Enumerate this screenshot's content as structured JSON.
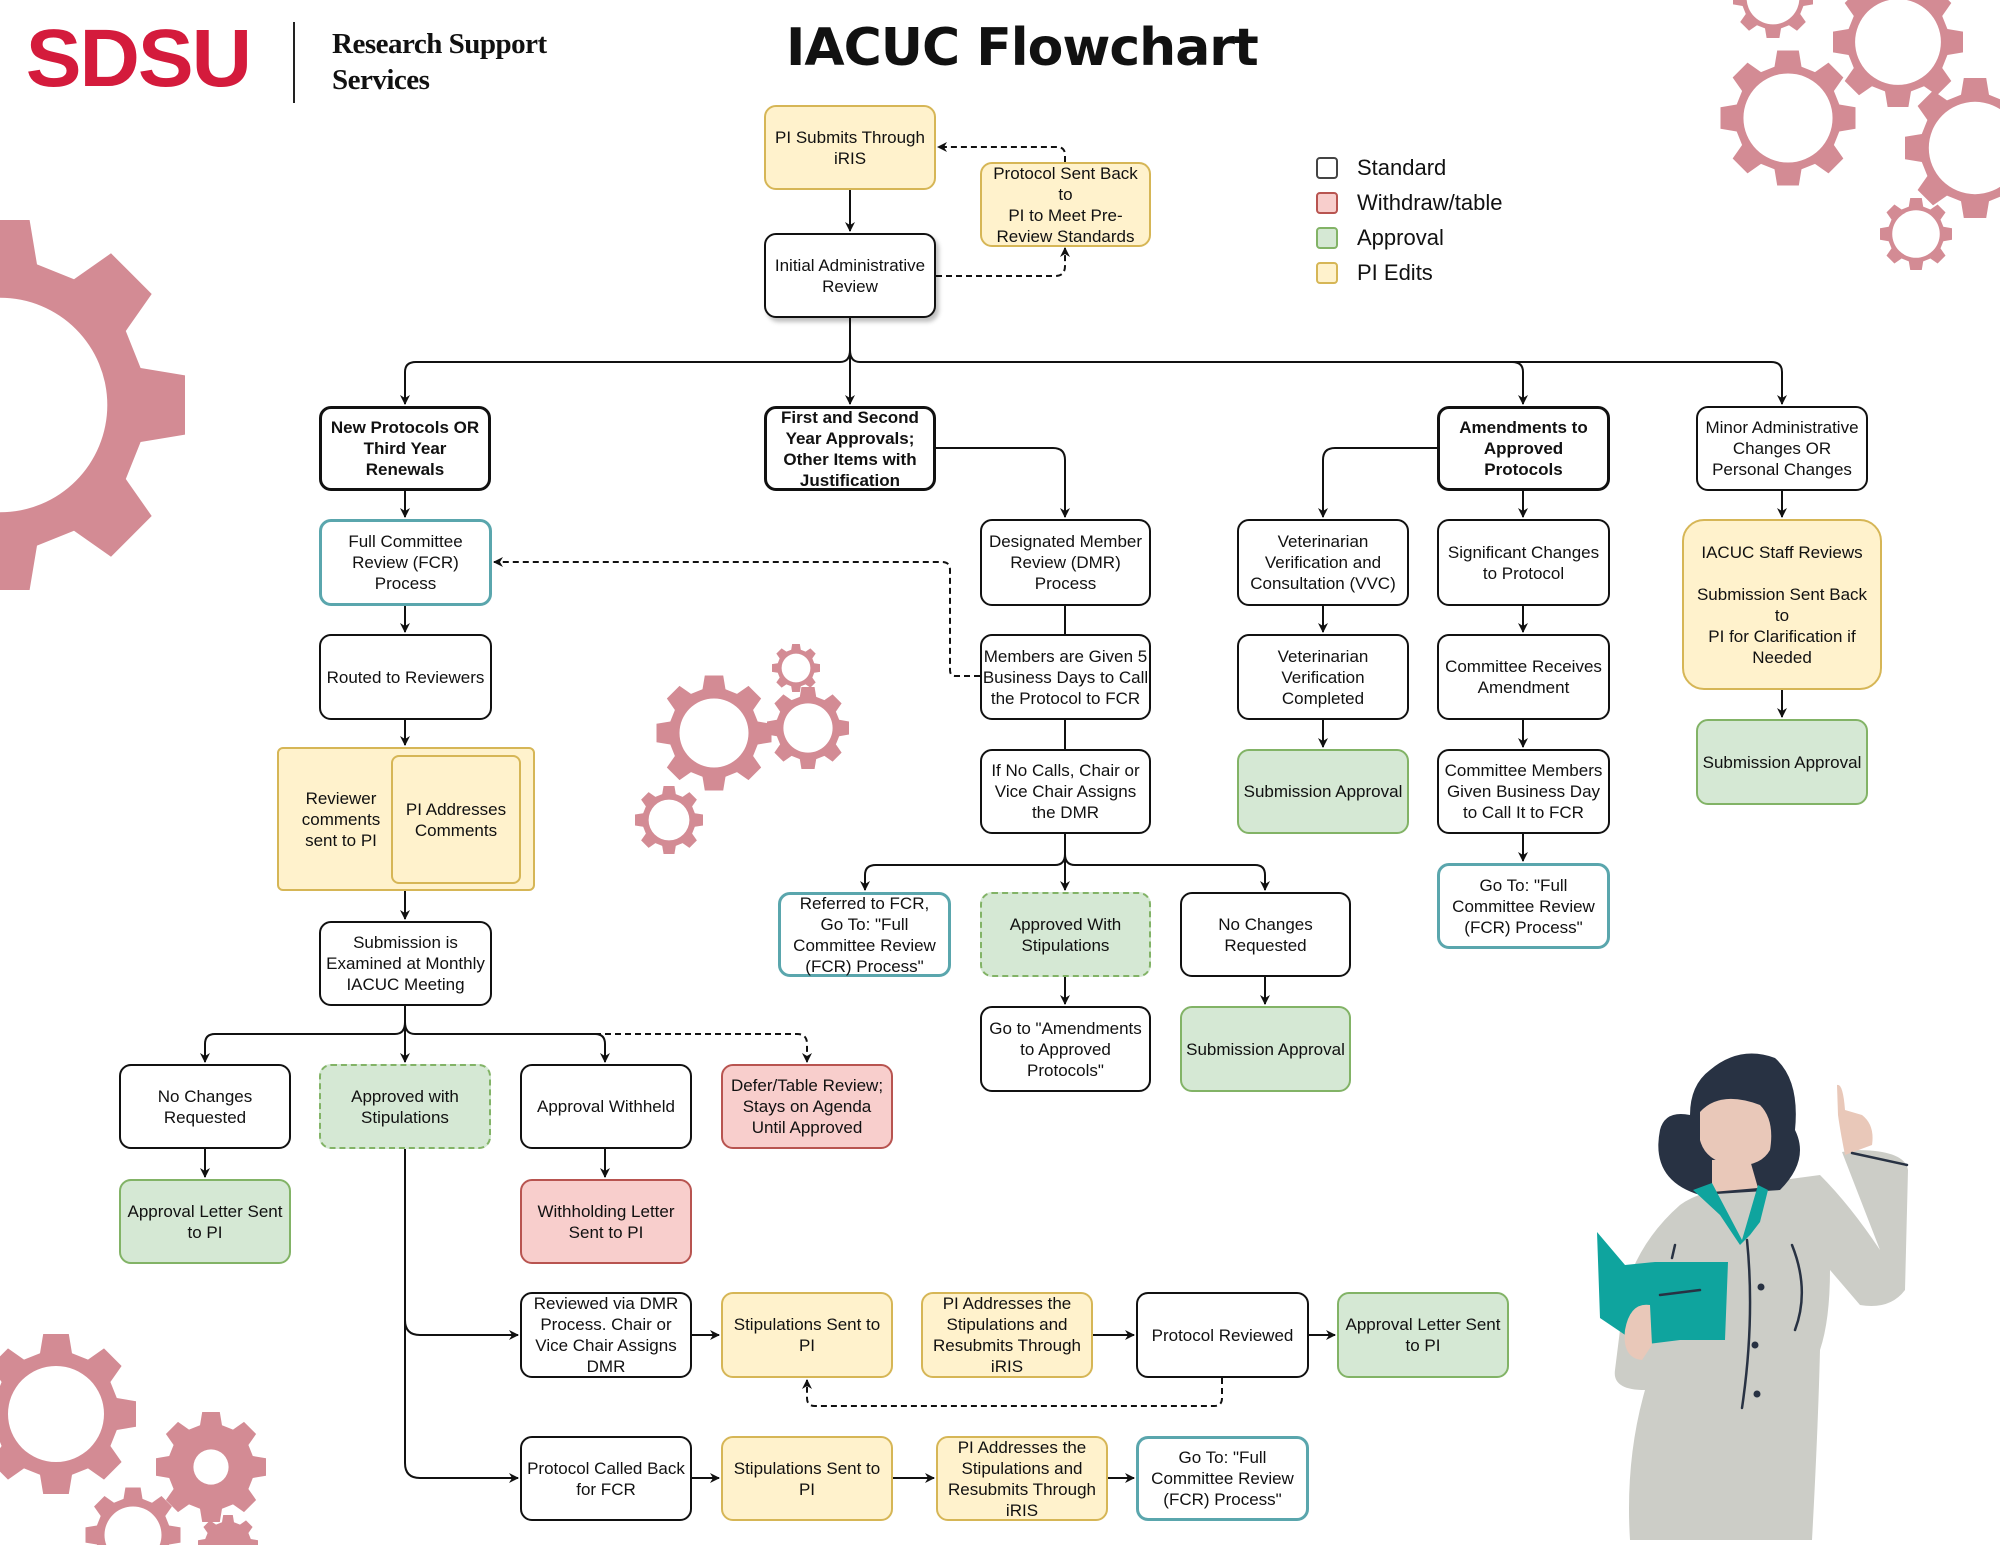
{
  "header": {
    "logo": "SDSU",
    "org_line1": "Research Support",
    "org_line2": "Services",
    "title": "IACUC Flowchart"
  },
  "legend": [
    {
      "label": "Standard",
      "fill": "#ffffff",
      "stroke": "#444444"
    },
    {
      "label": "Withdraw/table",
      "fill": "#f8cecc",
      "stroke": "#b85450"
    },
    {
      "label": "Approval",
      "fill": "#d5e8d4",
      "stroke": "#82b366"
    },
    {
      "label": "PI Edits",
      "fill": "#fff2cc",
      "stroke": "#d6b656"
    }
  ],
  "colors": {
    "accent_red": "#d41b3c",
    "gear": "#d38b94",
    "teal_border": "#5aa6ad",
    "pi_edits_fill": "#fff2cc",
    "approval_fill": "#d5e8d4",
    "withdraw_fill": "#f8cecc"
  },
  "nodes": {
    "pi_submits": "PI Submits Through\niRIS",
    "sent_back": "Protocol Sent Back to\nPI to Meet Pre-\nReview Standards",
    "initial_review": "Initial Administrative\nReview",
    "new_protocols": "New Protocols OR\nThird Year Renewals",
    "first_second": "First and Second\nYear Approvals;\nOther Items with\nJustification",
    "amendments": "Amendments to\nApproved Protocols",
    "minor_admin": "Minor Administrative\nChanges OR\nPersonal Changes",
    "fcr_process": "Full Committee\nReview (FCR)\nProcess",
    "routed": "Routed to Reviewers",
    "reviewer_comments": "Reviewer\ncomments\nsent to PI",
    "pi_addresses_comments": "PI Addresses\nComments",
    "submission_examined": "Submission is\nExamined at Monthly\nIACUC Meeting",
    "fcr_no_changes": "No Changes\nRequested",
    "fcr_approved_stip": "Approved with\nStipulations",
    "approval_withheld": "Approval Withheld",
    "defer_table": "Defer/Table Review;\nStays on Agenda\nUntil Approved",
    "approval_letter_1": "Approval Letter Sent\nto PI",
    "withholding_letter": "Withholding Letter\nSent to PI",
    "dmr_process": "Designated Member\nReview (DMR)\nProcess",
    "members_5_days": "Members are Given 5\nBusiness Days to Call\nthe Protocol to FCR",
    "if_no_calls": "If No Calls, Chair or\nVice Chair Assigns\nthe DMR",
    "referred_fcr": "Referred to FCR,\nGo To: \"Full\nCommittee Review\n(FCR) Process\"",
    "dmr_approved_stip": "Approved With\nStipulations",
    "dmr_no_changes": "No Changes\nRequested",
    "goto_amendments": "Go to \"Amendments\nto Approved\nProtocols\"",
    "dmr_sub_approval": "Submission Approval",
    "vvc": "Veterinarian\nVerification and\nConsultation (VVC)",
    "vet_completed": "Veterinarian\nVerification\nCompleted",
    "vvc_sub_approval": "Submission Approval",
    "significant_changes": "Significant Changes\nto Protocol",
    "committee_receives": "Committee Receives\nAmendment",
    "committee_members_day": "Committee Members\nGiven Business Day\nto Call It to FCR",
    "goto_fcr_amend": "Go To: \"Full\nCommittee Review\n(FCR) Process\"",
    "staff_reviews": "IACUC Staff Reviews\n\nSubmission Sent Back to\nPI for Clarification if\nNeeded",
    "minor_sub_approval": "Submission Approval",
    "reviewed_via_dmr": "Reviewed via DMR\nProcess. Chair or\nVice Chair Assigns\nDMR",
    "stip_sent_1": "Stipulations Sent to\nPI",
    "pi_addresses_stip_1": "PI Addresses the\nStipulations and\nResubmits Through\niRIS",
    "protocol_reviewed": "Protocol Reviewed",
    "approval_letter_2": "Approval Letter Sent\nto PI",
    "called_back_fcr": "Protocol Called Back\nfor FCR",
    "stip_sent_2": "Stipulations Sent to\nPI",
    "pi_addresses_stip_2": "PI Addresses the\nStipulations and\nResubmits Through\niRIS",
    "goto_fcr_final": "Go To: \"Full\nCommittee Review\n(FCR) Process\""
  }
}
